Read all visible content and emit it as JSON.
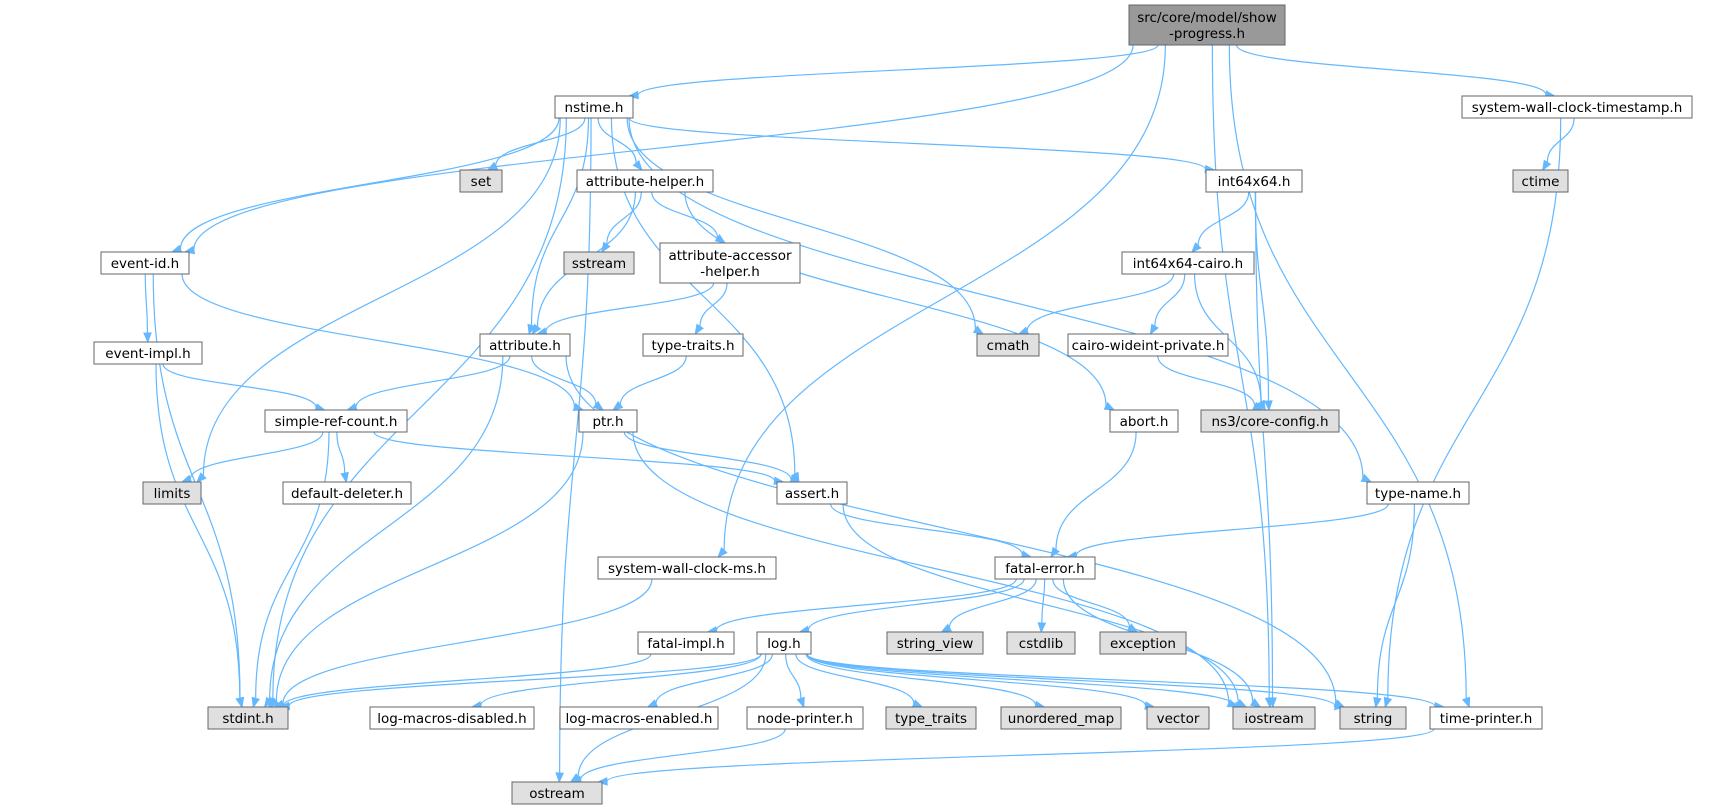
{
  "graph": {
    "colors": {
      "root_fill": "#999999",
      "project_fill": "#ffffff",
      "system_fill": "#e0e0e0",
      "node_border": "#666666",
      "edge": "#63b8ff"
    },
    "nodes": [
      {
        "id": "root",
        "lines": [
          "src/core/model/show",
          "-progress.h"
        ],
        "kind": "root"
      },
      {
        "id": "nstime",
        "lines": [
          "nstime.h"
        ],
        "kind": "project"
      },
      {
        "id": "swct",
        "lines": [
          "system-wall-clock-timestamp.h"
        ],
        "kind": "project"
      },
      {
        "id": "ctime",
        "lines": [
          "ctime"
        ],
        "kind": "system"
      },
      {
        "id": "set",
        "lines": [
          "set"
        ],
        "kind": "system"
      },
      {
        "id": "attrhelper",
        "lines": [
          "attribute-helper.h"
        ],
        "kind": "project"
      },
      {
        "id": "int64",
        "lines": [
          "int64x64.h"
        ],
        "kind": "project"
      },
      {
        "id": "eventid",
        "lines": [
          "event-id.h"
        ],
        "kind": "project"
      },
      {
        "id": "sstream",
        "lines": [
          "sstream"
        ],
        "kind": "system"
      },
      {
        "id": "attracc",
        "lines": [
          "attribute-accessor",
          "-helper.h"
        ],
        "kind": "project"
      },
      {
        "id": "int64cairo",
        "lines": [
          "int64x64-cairo.h"
        ],
        "kind": "project"
      },
      {
        "id": "eventimpl",
        "lines": [
          "event-impl.h"
        ],
        "kind": "project"
      },
      {
        "id": "attribute",
        "lines": [
          "attribute.h"
        ],
        "kind": "project"
      },
      {
        "id": "typetraitsh",
        "lines": [
          "type-traits.h"
        ],
        "kind": "project"
      },
      {
        "id": "cmath",
        "lines": [
          "cmath"
        ],
        "kind": "system"
      },
      {
        "id": "cairopriv",
        "lines": [
          "cairo-wideint-private.h"
        ],
        "kind": "project"
      },
      {
        "id": "simpleref",
        "lines": [
          "simple-ref-count.h"
        ],
        "kind": "project"
      },
      {
        "id": "ptr",
        "lines": [
          "ptr.h"
        ],
        "kind": "project"
      },
      {
        "id": "abort",
        "lines": [
          "abort.h"
        ],
        "kind": "project"
      },
      {
        "id": "coreconfig",
        "lines": [
          "ns3/core-config.h"
        ],
        "kind": "system"
      },
      {
        "id": "limits",
        "lines": [
          "limits"
        ],
        "kind": "system"
      },
      {
        "id": "defdel",
        "lines": [
          "default-deleter.h"
        ],
        "kind": "project"
      },
      {
        "id": "assert",
        "lines": [
          "assert.h"
        ],
        "kind": "project"
      },
      {
        "id": "typename",
        "lines": [
          "type-name.h"
        ],
        "kind": "project"
      },
      {
        "id": "swcms",
        "lines": [
          "system-wall-clock-ms.h"
        ],
        "kind": "project"
      },
      {
        "id": "fatalerror",
        "lines": [
          "fatal-error.h"
        ],
        "kind": "project"
      },
      {
        "id": "fatalimpl",
        "lines": [
          "fatal-impl.h"
        ],
        "kind": "project"
      },
      {
        "id": "log",
        "lines": [
          "log.h"
        ],
        "kind": "project"
      },
      {
        "id": "stringview",
        "lines": [
          "string_view"
        ],
        "kind": "system"
      },
      {
        "id": "cstdlib",
        "lines": [
          "cstdlib"
        ],
        "kind": "system"
      },
      {
        "id": "exception",
        "lines": [
          "exception"
        ],
        "kind": "system"
      },
      {
        "id": "stdint",
        "lines": [
          "stdint.h"
        ],
        "kind": "system"
      },
      {
        "id": "logdis",
        "lines": [
          "log-macros-disabled.h"
        ],
        "kind": "project"
      },
      {
        "id": "logen",
        "lines": [
          "log-macros-enabled.h"
        ],
        "kind": "project"
      },
      {
        "id": "nodeprinter",
        "lines": [
          "node-printer.h"
        ],
        "kind": "project"
      },
      {
        "id": "typetraits",
        "lines": [
          "type_traits"
        ],
        "kind": "system"
      },
      {
        "id": "unordmap",
        "lines": [
          "unordered_map"
        ],
        "kind": "system"
      },
      {
        "id": "vector",
        "lines": [
          "vector"
        ],
        "kind": "system"
      },
      {
        "id": "iostream",
        "lines": [
          "iostream"
        ],
        "kind": "system"
      },
      {
        "id": "string",
        "lines": [
          "string"
        ],
        "kind": "system"
      },
      {
        "id": "timeprinter",
        "lines": [
          "time-printer.h"
        ],
        "kind": "project"
      },
      {
        "id": "ostream",
        "lines": [
          "ostream"
        ],
        "kind": "system"
      }
    ],
    "edges": [
      [
        "root",
        "nstime"
      ],
      [
        "root",
        "eventid"
      ],
      [
        "root",
        "swct"
      ],
      [
        "root",
        "swcms"
      ],
      [
        "root",
        "iostream"
      ],
      [
        "root",
        "timeprinter"
      ],
      [
        "nstime",
        "eventid"
      ],
      [
        "nstime",
        "attrhelper"
      ],
      [
        "nstime",
        "int64"
      ],
      [
        "nstime",
        "set"
      ],
      [
        "nstime",
        "limits"
      ],
      [
        "nstime",
        "stdint"
      ],
      [
        "nstime",
        "ostream"
      ],
      [
        "nstime",
        "cmath"
      ],
      [
        "nstime",
        "attribute"
      ],
      [
        "nstime",
        "assert"
      ],
      [
        "nstime",
        "typename"
      ],
      [
        "swct",
        "ctime"
      ],
      [
        "swct",
        "string"
      ],
      [
        "attrhelper",
        "sstream"
      ],
      [
        "attrhelper",
        "attracc"
      ],
      [
        "attrhelper",
        "attribute"
      ],
      [
        "attrhelper",
        "abort"
      ],
      [
        "int64",
        "int64cairo"
      ],
      [
        "int64",
        "coreconfig"
      ],
      [
        "int64",
        "iostream"
      ],
      [
        "eventid",
        "eventimpl"
      ],
      [
        "eventid",
        "ptr"
      ],
      [
        "eventid",
        "stdint"
      ],
      [
        "attracc",
        "attribute"
      ],
      [
        "attracc",
        "typetraitsh"
      ],
      [
        "int64cairo",
        "cmath"
      ],
      [
        "int64cairo",
        "cairopriv"
      ],
      [
        "int64cairo",
        "coreconfig"
      ],
      [
        "eventimpl",
        "simpleref"
      ],
      [
        "eventimpl",
        "stdint"
      ],
      [
        "attribute",
        "simpleref"
      ],
      [
        "attribute",
        "ptr"
      ],
      [
        "attribute",
        "stdint"
      ],
      [
        "attribute",
        "string"
      ],
      [
        "typetraitsh",
        "ptr"
      ],
      [
        "cairopriv",
        "coreconfig"
      ],
      [
        "simpleref",
        "limits"
      ],
      [
        "simpleref",
        "defdel"
      ],
      [
        "simpleref",
        "assert"
      ],
      [
        "simpleref",
        "stdint"
      ],
      [
        "ptr",
        "assert"
      ],
      [
        "ptr",
        "stdint"
      ],
      [
        "ptr",
        "iostream"
      ],
      [
        "abort",
        "fatalerror"
      ],
      [
        "assert",
        "fatalerror"
      ],
      [
        "assert",
        "iostream"
      ],
      [
        "typename",
        "fatalerror"
      ],
      [
        "typename",
        "string"
      ],
      [
        "swcms",
        "stdint"
      ],
      [
        "fatalerror",
        "fatalimpl"
      ],
      [
        "fatalerror",
        "log"
      ],
      [
        "fatalerror",
        "stringview"
      ],
      [
        "fatalerror",
        "cstdlib"
      ],
      [
        "fatalerror",
        "exception"
      ],
      [
        "fatalerror",
        "iostream"
      ],
      [
        "fatalimpl",
        "stdint"
      ],
      [
        "log",
        "stdint"
      ],
      [
        "log",
        "logdis"
      ],
      [
        "log",
        "logen"
      ],
      [
        "log",
        "nodeprinter"
      ],
      [
        "log",
        "typetraits"
      ],
      [
        "log",
        "unordmap"
      ],
      [
        "log",
        "vector"
      ],
      [
        "log",
        "iostream"
      ],
      [
        "log",
        "string"
      ],
      [
        "log",
        "timeprinter"
      ],
      [
        "log",
        "ostream"
      ],
      [
        "nodeprinter",
        "ostream"
      ],
      [
        "timeprinter",
        "ostream"
      ]
    ]
  }
}
